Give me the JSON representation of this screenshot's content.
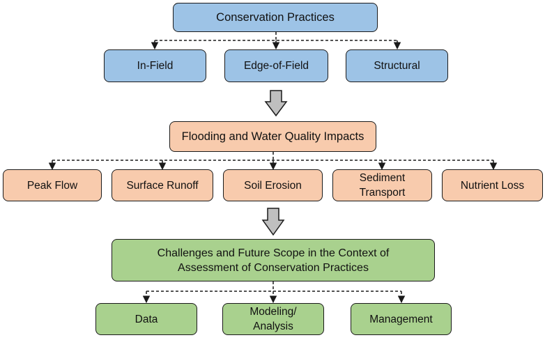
{
  "colors": {
    "tier1_fill": "#9dc3e6",
    "tier2_fill": "#f8cbad",
    "tier3_fill": "#a9d18e",
    "border": "#1a1a1a",
    "block_arrow_fill": "#bfbfbf"
  },
  "tier1": {
    "root": "Conservation Practices",
    "children": [
      "In-Field",
      "Edge-of-Field",
      "Structural"
    ]
  },
  "tier2": {
    "root": "Flooding and Water Quality Impacts",
    "children": [
      "Peak Flow",
      "Surface Runoff",
      "Soil Erosion",
      "Sediment Transport",
      "Nutrient Loss"
    ]
  },
  "tier3": {
    "root_line1": "Challenges and Future Scope in the Context of",
    "root_line2": "Assessment of Conservation Practices",
    "children": [
      "Data",
      "Modeling/ Analysis",
      "Management"
    ]
  }
}
